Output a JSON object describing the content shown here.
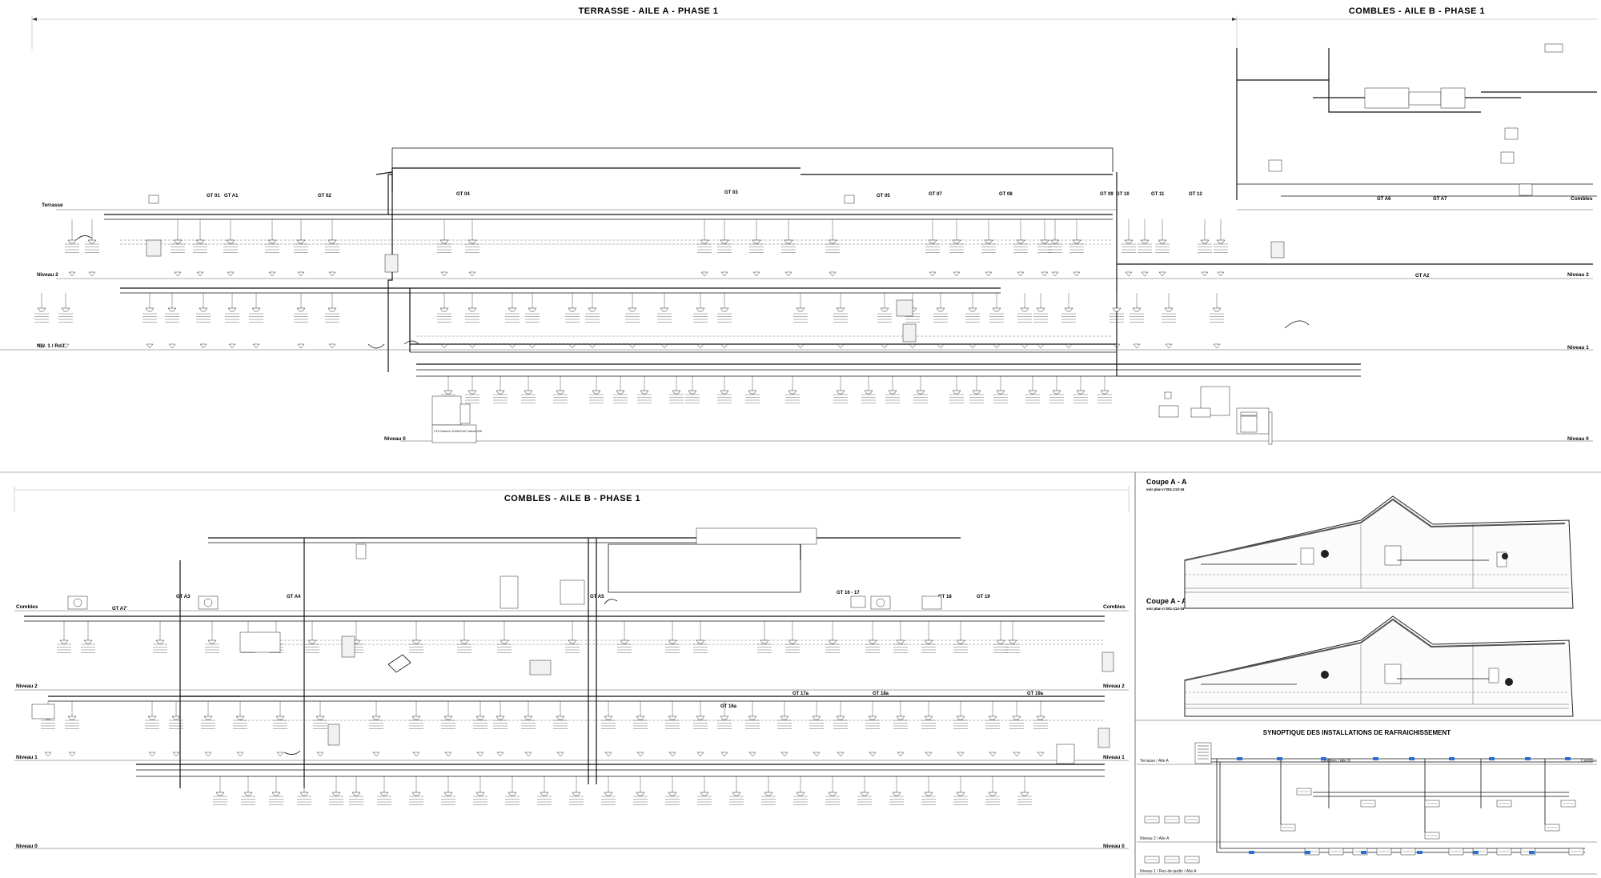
{
  "sections": {
    "top_wing_a": "TERRASSE - AILE A - PHASE 1",
    "top_wing_b": "COMBLES - AILE B - PHASE 1",
    "bottom_wing_b": "COMBLES - AILE B - PHASE 1"
  },
  "top_left_levels": {
    "terrasse": "Terrasse",
    "niveau2": "Niveau 2",
    "niv1_rdj": "Niv. 1 / RdJ",
    "niveau0": "Niveau 0"
  },
  "top_right_levels": {
    "combles": "Combles",
    "niveau2": "Niveau 2",
    "niveau1": "Niveau 1",
    "niveau0": "Niveau 0"
  },
  "bottom_levels_left": {
    "combles": "Combles",
    "niveau2": "Niveau 2",
    "niveau1": "Niveau 1",
    "niveau0": "Niveau 0"
  },
  "bottom_levels_right": {
    "combles": "Combles",
    "niveau2": "Niveau 2",
    "niveau1": "Niveau 1",
    "niveau0": "Niveau 0"
  },
  "top_gt_labels": [
    "GT 01",
    "GT A1",
    "GT 02",
    "GT 04",
    "GT 03",
    "GT 05",
    "GT 07",
    "GT 08",
    "GT 09",
    "GT 10",
    "GT 11",
    "GT 12",
    "GT A6",
    "GT A7",
    "GT A2"
  ],
  "bottom_gt_labels": [
    "GT A3",
    "GT A4",
    "GT A5",
    "GT 16 - 17",
    "GT 18",
    "GT 19",
    "GT 16a",
    "GT 17a",
    "GT 18a",
    "GT 19a",
    "GT A7'"
  ],
  "coupes": {
    "title1": "Coupe A - A",
    "ref1": "voir plan n°201-113-16",
    "title2": "Coupe A - A",
    "ref2": "voir plan n°201-113-16"
  },
  "synoptique": {
    "title": "SYNOPTIQUE DES INSTALLATIONS DE RAFRAICHISSEMENT",
    "terrasse": "Terrasse / Aile A",
    "combles": "Combles / Aile B",
    "combles2": "Combles",
    "niveau2": "Niveau 2 / Aile A",
    "niveau1": "Niveau 1 / Rez-de-jardin / Aile A"
  },
  "equipment": {
    "cta": "CTA Caisson CLIMACAST article 206"
  },
  "colors": {
    "ink": "#111111",
    "grid": "#888888",
    "synoptic_link": "#2b6fd6"
  },
  "icons": [
    "dimension-arrow-icon",
    "diffuser-icon",
    "grille-icon",
    "fan-coil-icon",
    "outdoor-unit-icon"
  ]
}
